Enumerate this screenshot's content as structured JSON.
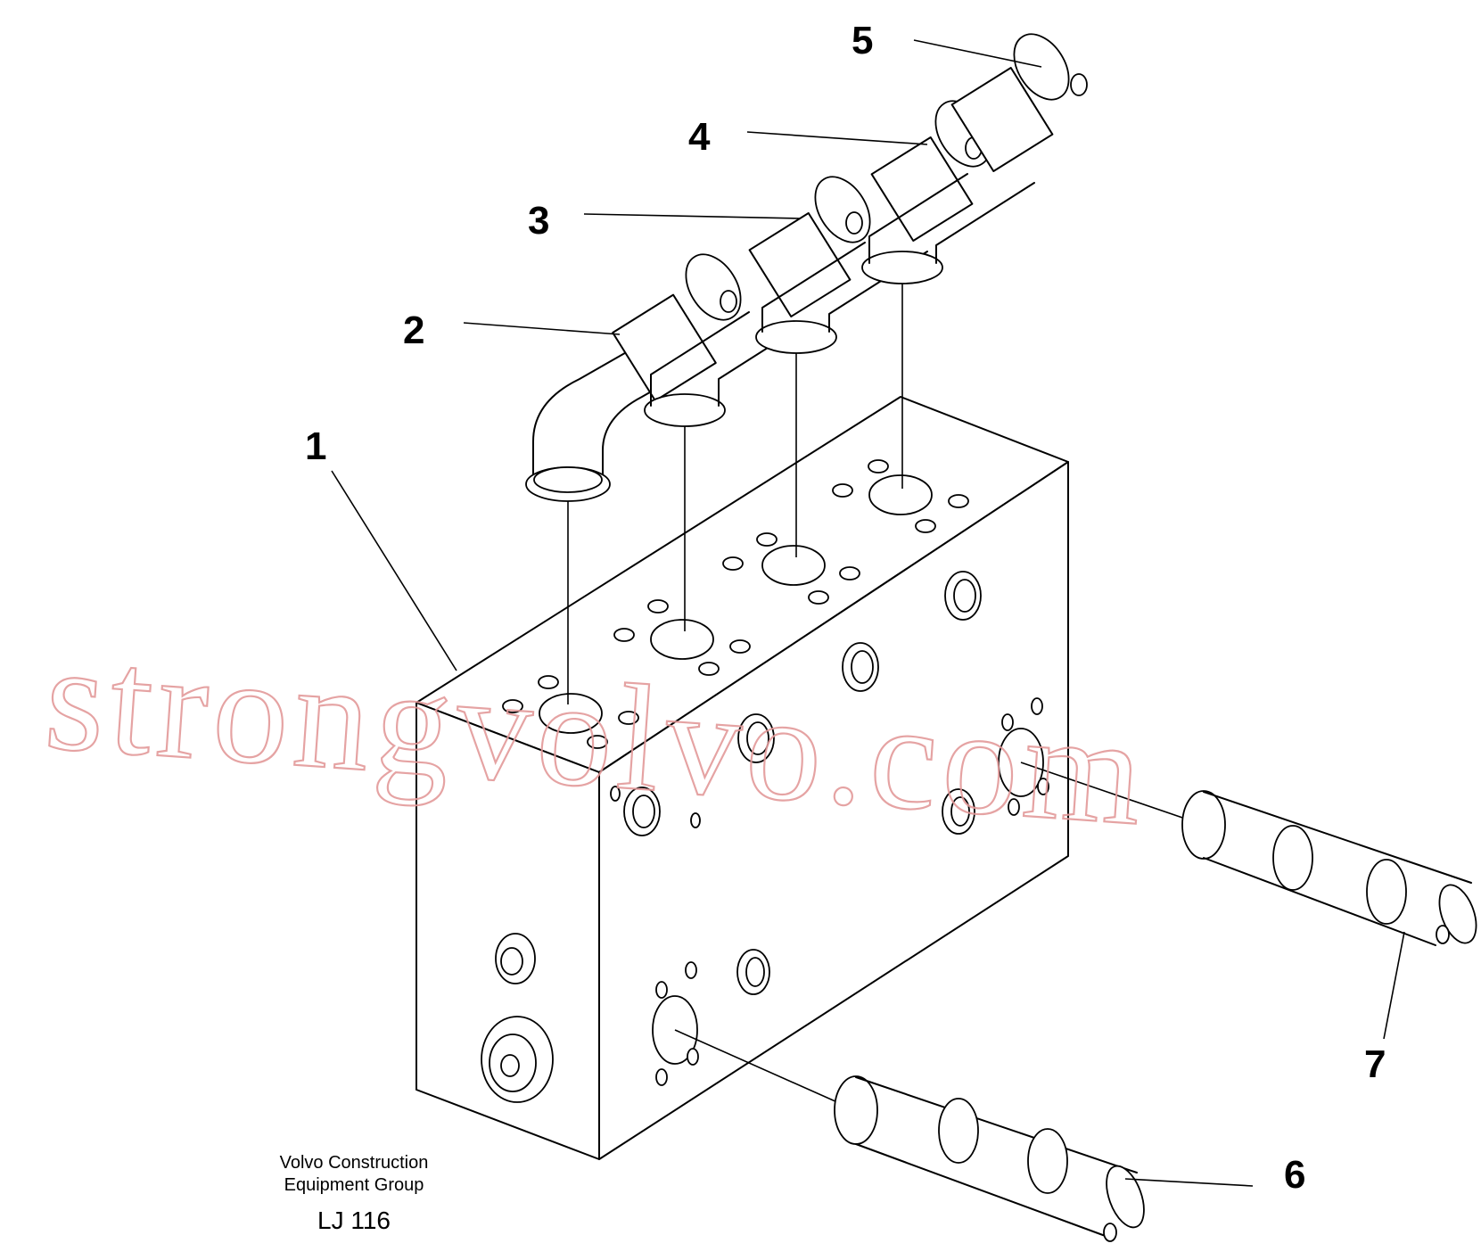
{
  "callouts": [
    {
      "id": "1",
      "label": "1"
    },
    {
      "id": "2",
      "label": "2"
    },
    {
      "id": "3",
      "label": "3"
    },
    {
      "id": "4",
      "label": "4"
    },
    {
      "id": "5",
      "label": "5"
    },
    {
      "id": "6",
      "label": "6"
    },
    {
      "id": "7",
      "label": "7"
    }
  ],
  "caption": {
    "line1": "Volvo Construction",
    "line2": "Equipment Group",
    "code": "LJ 116"
  },
  "watermark": "strongvolvo.com"
}
